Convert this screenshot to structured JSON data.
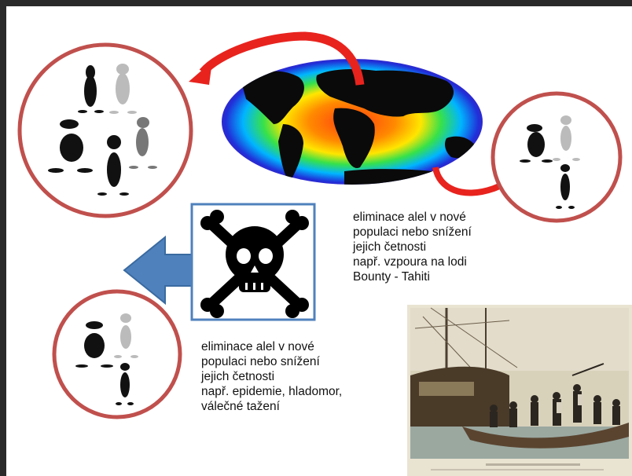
{
  "text_blocks": {
    "bounty": [
      "eliminace alel v nové",
      "populaci nebo snížení",
      "jejich četnosti",
      "např.  vzpoura na lodi",
      "Bounty - Tahiti"
    ],
    "epidemic": [
      "eliminace alel v nové",
      "populaci nebo snížení",
      "jejich četnosti",
      "např. epidemie, hladomor,",
      "válečné tažení"
    ]
  },
  "icons": [
    "world-map",
    "skull-crossbones-icon",
    "left-arrow-icon",
    "curved-arrow-icon"
  ],
  "colors": {
    "circle": "#c0504d",
    "arrow_red": "#e8231e",
    "arrow_blue": "#4f81bd",
    "square_border": "#4f81bd"
  }
}
